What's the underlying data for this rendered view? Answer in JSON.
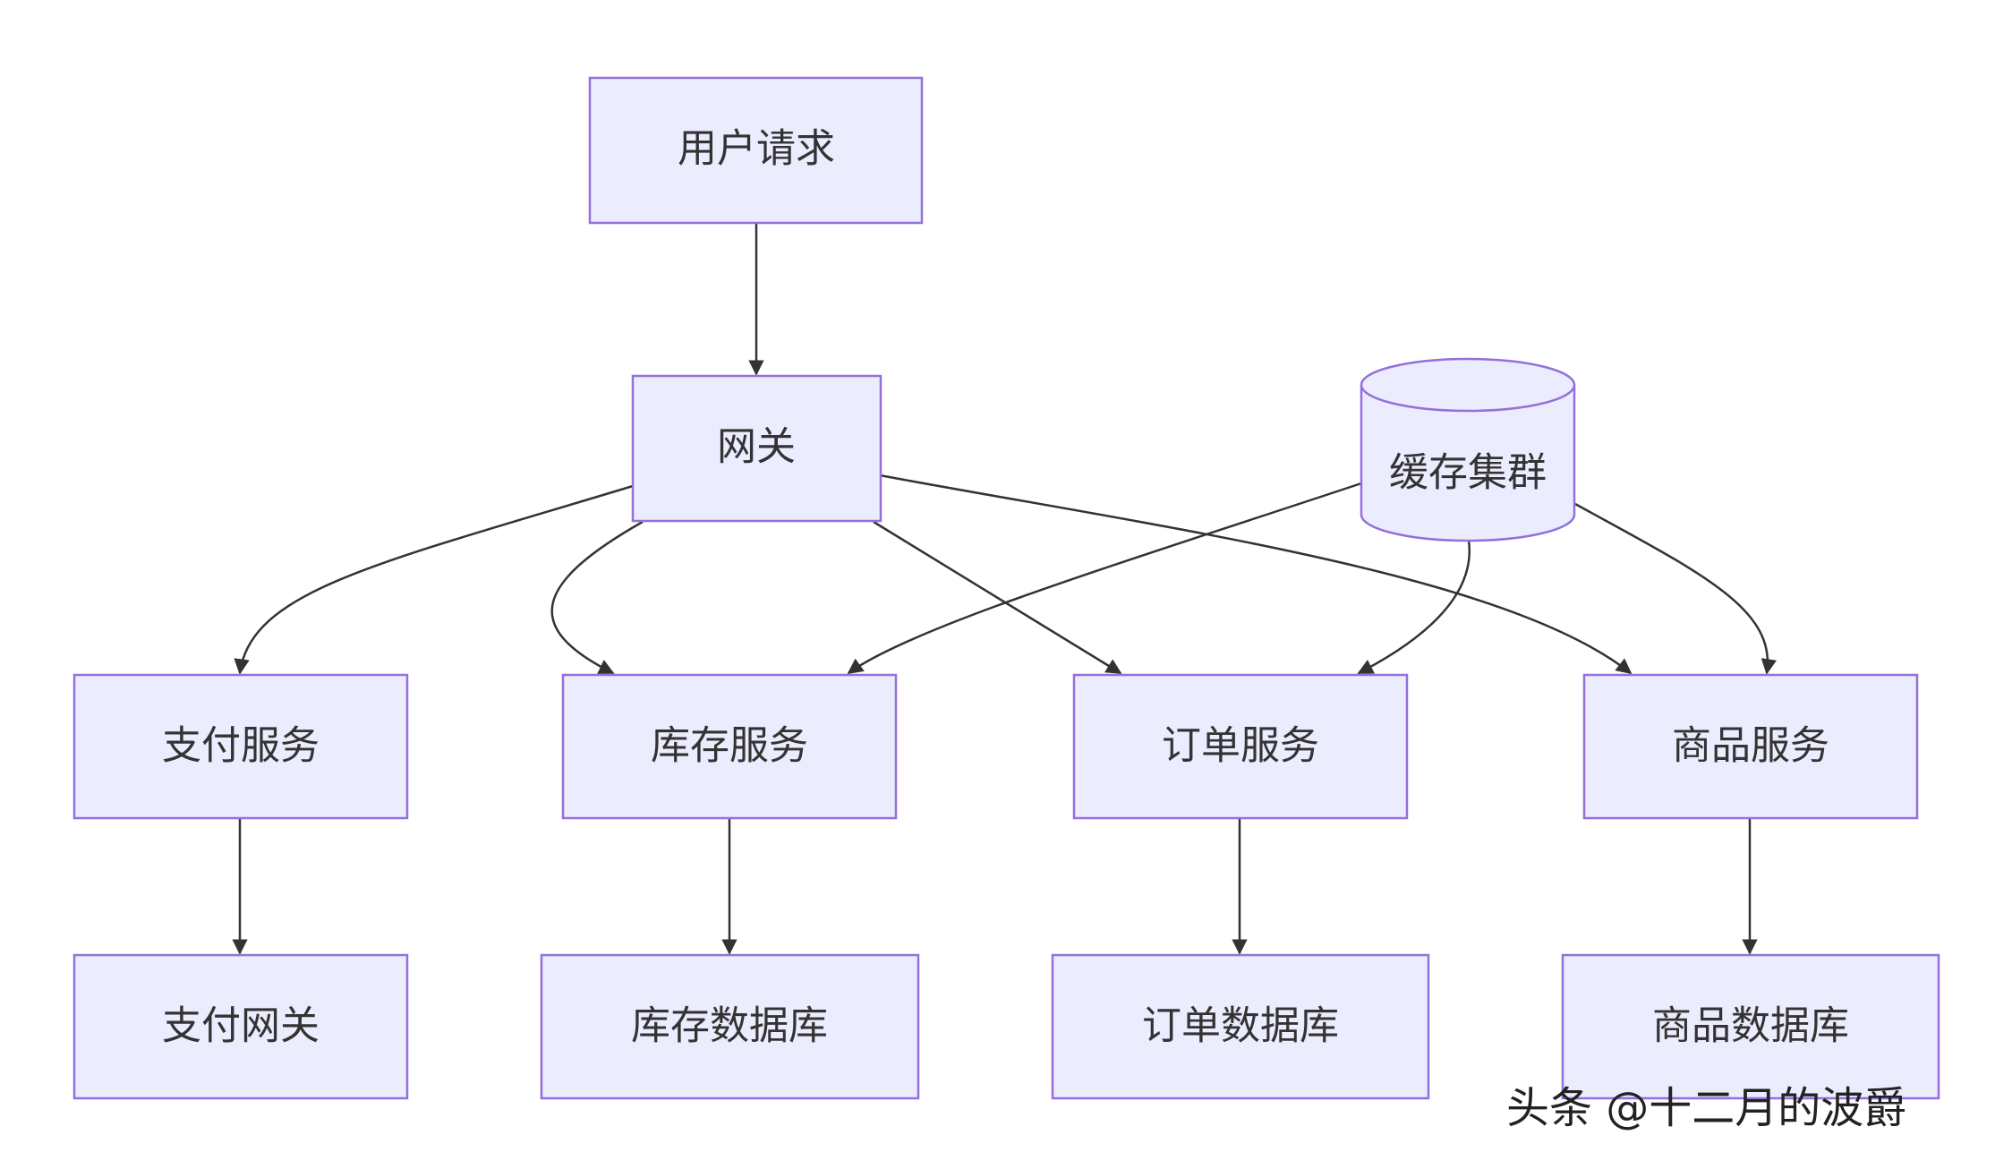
{
  "nodes": {
    "user_request": "用户请求",
    "gateway": "网关",
    "cache_cluster": "缓存集群",
    "payment_service": "支付服务",
    "inventory_service": "库存服务",
    "order_service": "订单服务",
    "product_service": "商品服务",
    "payment_gateway": "支付网关",
    "inventory_db": "库存数据库",
    "order_db": "订单数据库",
    "product_db": "商品数据库"
  },
  "edges": [
    [
      "用户请求",
      "网关"
    ],
    [
      "网关",
      "支付服务"
    ],
    [
      "网关",
      "库存服务"
    ],
    [
      "网关",
      "订单服务"
    ],
    [
      "网关",
      "商品服务"
    ],
    [
      "缓存集群",
      "库存服务"
    ],
    [
      "缓存集群",
      "订单服务"
    ],
    [
      "缓存集群",
      "商品服务"
    ],
    [
      "支付服务",
      "支付网关"
    ],
    [
      "库存服务",
      "库存数据库"
    ],
    [
      "订单服务",
      "订单数据库"
    ],
    [
      "商品服务",
      "商品数据库"
    ]
  ],
  "watermark": "头条 @十二月的波爵",
  "colors": {
    "node_fill": "#ECECFF",
    "node_stroke": "#9370DB",
    "edge": "#333333"
  }
}
